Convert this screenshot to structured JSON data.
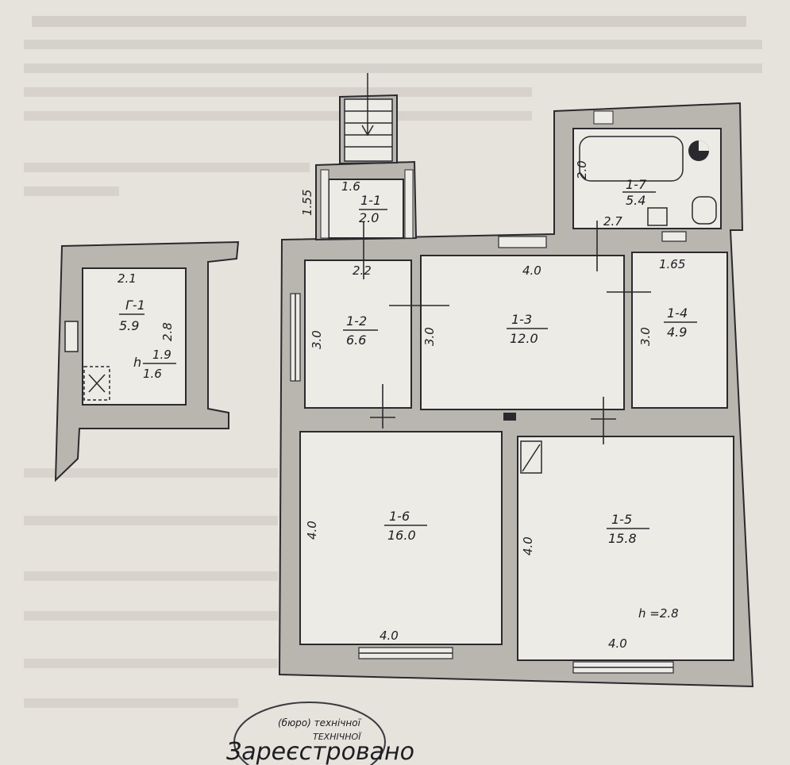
{
  "rooms": {
    "r1_1": {
      "id": "1-1",
      "area": "2.0"
    },
    "r1_2": {
      "id": "1-2",
      "area": "6.6"
    },
    "r1_3": {
      "id": "1-3",
      "area": "12.0"
    },
    "r1_4": {
      "id": "1-4",
      "area": "4.9"
    },
    "r1_5": {
      "id": "1-5",
      "area": "15.8"
    },
    "r1_6": {
      "id": "1-6",
      "area": "16.0"
    },
    "r1_7": {
      "id": "1-7",
      "area": "5.4"
    },
    "cellar": {
      "id": "Г-1",
      "area": "5.9"
    }
  },
  "dimensions": {
    "porch_width": "1.6",
    "porch_depth": "1.55",
    "r1_2_width": "2.2",
    "r1_2_height": "3.0",
    "r1_3_width": "4.0",
    "r1_3_height": "3.0",
    "r1_4_width": "1.65",
    "r1_4_height": "3.0",
    "r1_7_width": "2.7",
    "r1_7_height": "2.0",
    "r1_6_height": "4.0",
    "r1_6_width": "4.0",
    "r1_5_height": "4.0",
    "r1_5_width": "4.0",
    "cellar_width": "2.1",
    "cellar_height": "2.8"
  },
  "ceiling": {
    "cellar_h_label": "h",
    "cellar_h_top": "1.9",
    "cellar_h_bottom": "1.6",
    "main": "h =2.8"
  },
  "stamp": {
    "line1": "(бюро) технічної",
    "line2": "ТЕХНІЧНОЇ",
    "signature": "Зареєстровано"
  }
}
